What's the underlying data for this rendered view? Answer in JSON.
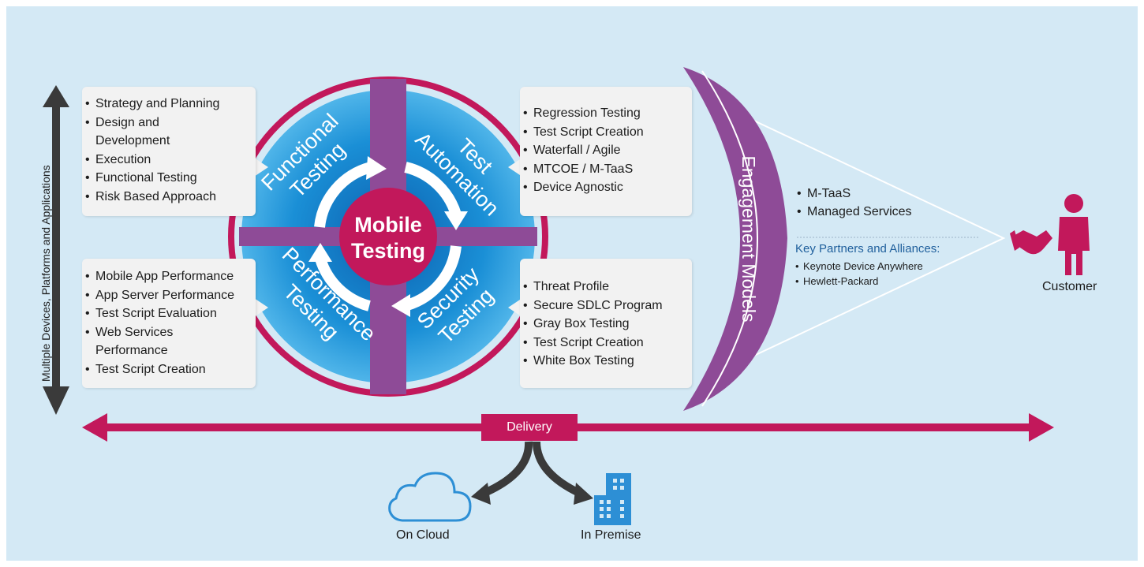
{
  "center_label": [
    "Mobile",
    "Testing"
  ],
  "quadrants": {
    "functional": [
      "Functional",
      "Testing"
    ],
    "automation": [
      "Test",
      "Automation"
    ],
    "performance": [
      "Performance",
      "Testing"
    ],
    "security": [
      "Security",
      "Testing"
    ]
  },
  "boxes": {
    "functional": [
      "Strategy and Planning",
      "Design and",
      "Development",
      "Execution",
      "Functional Testing",
      "Risk Based Approach"
    ],
    "automation": [
      "Regression Testing",
      "Test Script Creation",
      "Waterfall / Agile",
      "MTCOE / M-TaaS",
      "Device Agnostic"
    ],
    "performance": [
      "Mobile App Performance",
      "App Server Performance",
      "Test Script Evaluation",
      "Web Services",
      "Performance",
      "Test Script Creation"
    ],
    "security": [
      "Threat Profile",
      "Secure SDLC Program",
      "Gray Box Testing",
      "Test Script Creation",
      "White Box Testing"
    ]
  },
  "side_label": "Multiple Devices, Platforms and Applications",
  "engagement": {
    "label": "Engagement Models",
    "models": [
      "M-TaaS",
      "Managed Services"
    ],
    "partners_title": "Key Partners and Alliances:",
    "partners": [
      "Keynote Device Anywhere",
      "Hewlett-Packard"
    ]
  },
  "customer_label": "Customer",
  "delivery": {
    "label": "Delivery",
    "cloud_label": "On Cloud",
    "premise_label": "In Premise"
  },
  "colors": {
    "background": "#d4e9f5",
    "magenta": "#c2185b",
    "purple": "#8e4b97",
    "blue": "#1a8fd6",
    "dark": "#3a3a3a",
    "icon_blue": "#2d8fd5"
  }
}
